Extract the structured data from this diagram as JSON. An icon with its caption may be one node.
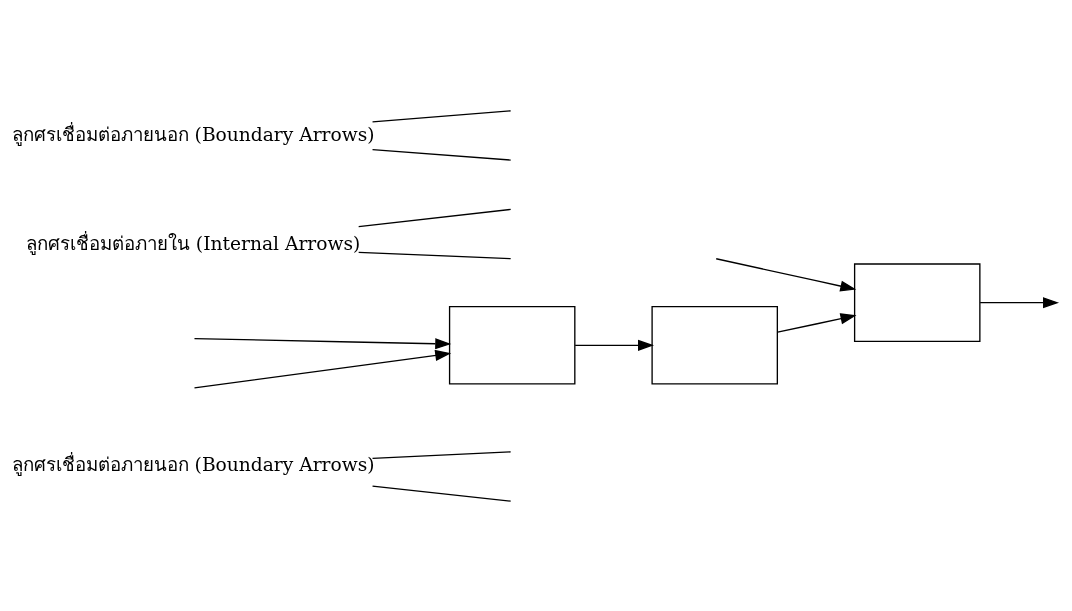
{
  "diagram": {
    "nodes": [
      {
        "text": [
          "ลูกศรเชื่อมต่อภายนอก (Boundary Arrows)"
        ]
      },
      {
        "text": [],
        "shape": "box"
      },
      {
        "text": [
          "ลูกศรเชื่อมต่อภายใน (Internal Arrows)"
        ]
      },
      {
        "text": [],
        "shape": "box"
      },
      {
        "text": [
          "ลูกศรเชื่อมต่อภายนอก (Boundary Arrows)"
        ]
      },
      {
        "text": [],
        "shape": "box"
      }
    ],
    "edges": [
      {
        "from": null,
        "to": 1,
        "arrow": "to"
      },
      {
        "from": null,
        "to": 1,
        "arrow": "to"
      },
      {
        "from": 1,
        "to": 3,
        "arrow": "to"
      },
      {
        "from": 3,
        "to": 5,
        "arrow": "to"
      },
      {
        "from": null,
        "to": 5,
        "arrow": "to"
      },
      {
        "from": 5,
        "to": null,
        "arrow": "to"
      },
      {
        "from": 0,
        "to": null,
        "arrow": "none"
      },
      {
        "from": 0,
        "to": null,
        "arrow": "none"
      },
      {
        "from": 2,
        "to": null,
        "arrow": "none"
      },
      {
        "from": 2,
        "to": null,
        "arrow": "none"
      },
      {
        "from": 4,
        "to": null,
        "arrow": "none"
      },
      {
        "from": 4,
        "to": null,
        "arrow": "none"
      }
    ]
  }
}
